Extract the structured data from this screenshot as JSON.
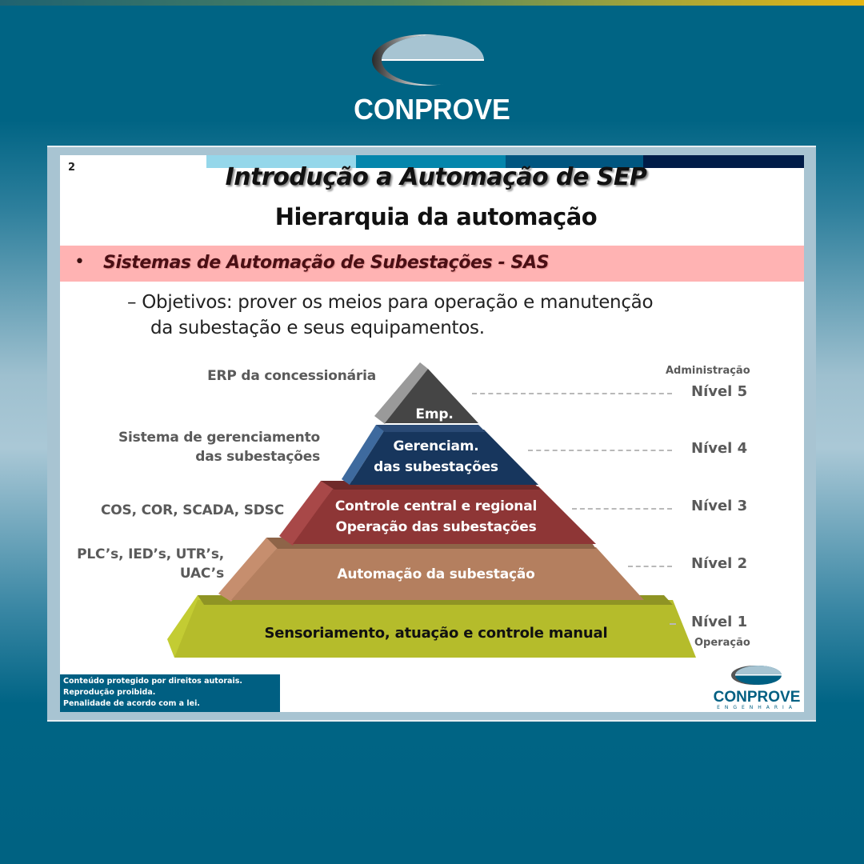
{
  "brand": {
    "name": "CONPROVE",
    "sub": "ENGENHARIA",
    "colors": {
      "primary": "#006484",
      "accent_gold": "#e5b514",
      "frame": "#a8c4d2"
    }
  },
  "slide": {
    "number": "2",
    "title": "Introdução a Automação de SEP",
    "subtitle": "Hierarquia da automação",
    "color_bar": [
      "#95d7ea",
      "#0486ac",
      "#005680",
      "#001c48"
    ],
    "bullet": "Sistemas de Automação de Subestações - SAS",
    "sub_bullet_line1": "– Objetivos:  prover os meios para operação e manutenção",
    "sub_bullet_line2": "da subestação e seus equipamentos.",
    "notice": [
      "Conteúdo protegido por direitos autorais.",
      "Reprodução proibida.",
      "Penalidade de acordo com a lei."
    ]
  },
  "pyramid": {
    "top_caption": "Administração",
    "bottom_caption": "Operação",
    "levels": [
      {
        "level": "Nível 5",
        "inner": "Emp.",
        "left_label": "ERP da concessionária",
        "color": "#454545",
        "side": "#9a9a9a"
      },
      {
        "level": "Nível 4",
        "inner": "Gerenciam. das subestações",
        "inner_l1": "Gerenciam.",
        "inner_l2": "das subestações",
        "left_label_l1": "Sistema de gerenciamento",
        "left_label_l2": "das subestações",
        "color": "#17365d",
        "side": "#3e6a9e"
      },
      {
        "level": "Nível 3",
        "inner_l1": "Controle central e regional",
        "inner_l2": "Operação das subestações",
        "left_label": "COS, COR, SCADA, SDSC",
        "color": "#8e3636",
        "side": "#a84848"
      },
      {
        "level": "Nível 2",
        "inner": "Automação da subestação",
        "left_label_l1": "PLC’s, IED’s, UTR’s,",
        "left_label_l2": "UAC’s",
        "color": "#b47f5f",
        "side": "#c68e6e"
      },
      {
        "level": "Nível 1",
        "inner": "Sensoriamento, atuação e controle manual",
        "color": "#b5bc2b",
        "side": "#c3cc33"
      }
    ]
  }
}
